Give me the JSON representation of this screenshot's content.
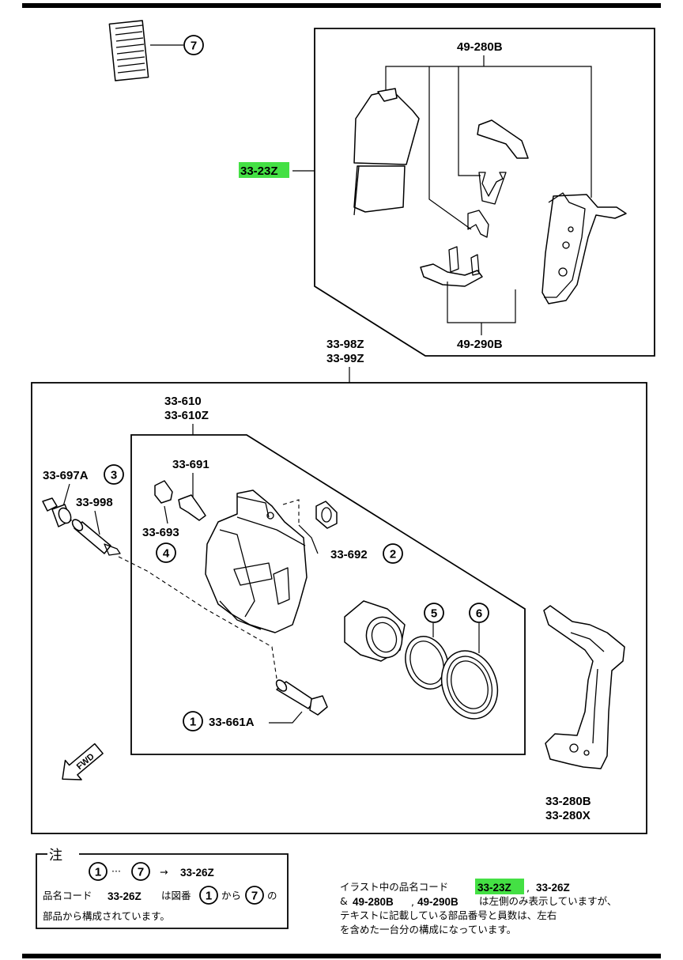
{
  "labels": {
    "pad_set": "33-23Z",
    "shim_upper": "49-280B",
    "shim_lower": "49-290B",
    "caliper_assy_1": "33-98Z",
    "caliper_assy_2": "33-99Z",
    "caliper_body_1": "33-610",
    "caliper_body_2": "33-610Z",
    "guide_pin_a": "33-697A",
    "bushing": "33-998",
    "bleeder_screw": "33-691",
    "bleeder_cap": "33-693",
    "dust_boot_pin": "33-692",
    "lock_pin": "33-661A",
    "bracket_1": "33-280B",
    "bracket_2": "33-280X",
    "fwd": "FWD"
  },
  "callouts": {
    "c1": "1",
    "c2": "2",
    "c3": "3",
    "c4": "4",
    "c5": "5",
    "c6": "6",
    "c7": "7"
  },
  "note": {
    "heading": "注",
    "range_from": "1",
    "dots": "···",
    "range_to": "7",
    "arrow": "→",
    "kit_code": "33-26Z",
    "line2_a": "品名コード",
    "line2_code": "33-26Z",
    "line2_b": "は図番",
    "line2_c": "から",
    "line2_d": "の",
    "line3": "部品から構成されています。"
  },
  "remark": {
    "r1_a": "イラスト中の品名コード",
    "r1_code1": "33-23Z",
    "r1_sep": ",",
    "r1_code2": "33-26Z",
    "r2_amp": "&",
    "r2_code1": "49-280B",
    "r2_sep": ",",
    "r2_code2": "49-290B",
    "r2_text": "は左側のみ表示していますが、",
    "r3": "テキストに記載している部品番号と員数は、左右",
    "r4": "を含めた一台分の構成になっています。"
  },
  "colors": {
    "highlight": "#44e044",
    "line": "#000000"
  }
}
